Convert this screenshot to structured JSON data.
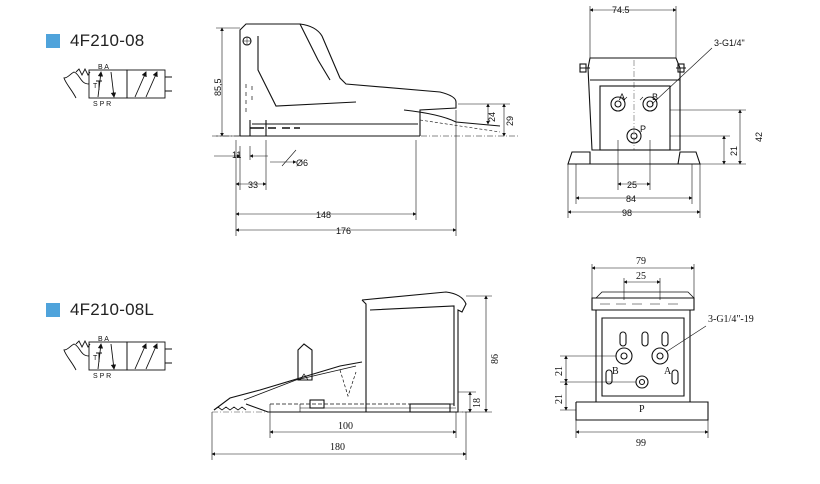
{
  "models": [
    {
      "title": "4F210-08"
    },
    {
      "title": "4F210-08L"
    }
  ],
  "schematic": {
    "port_top": "B A",
    "port_bottom": "S P R",
    "port_t": "T"
  },
  "top_drawing": {
    "side": {
      "height": "85,5",
      "d24": "24",
      "d29": "29",
      "d11": "11",
      "d6": "Ø6",
      "d33": "33",
      "d148": "148",
      "d176": "176"
    },
    "front": {
      "width_top": "74.5",
      "ports": "3-G1/4\"",
      "port_a": "A",
      "port_b": "B",
      "port_p": "P",
      "d21": "21",
      "d42": "42",
      "d25": "25",
      "d84": "84",
      "d98": "98"
    }
  },
  "bottom_drawing": {
    "side": {
      "d86": "86",
      "d18": "18",
      "d100": "100",
      "d180": "180"
    },
    "front": {
      "d79": "79",
      "d25": "25",
      "ports": "3-G1/4\"-19",
      "port_b": "B",
      "port_a": "A",
      "port_p": "P",
      "d21a": "21",
      "d21b": "21",
      "d99": "99"
    }
  }
}
